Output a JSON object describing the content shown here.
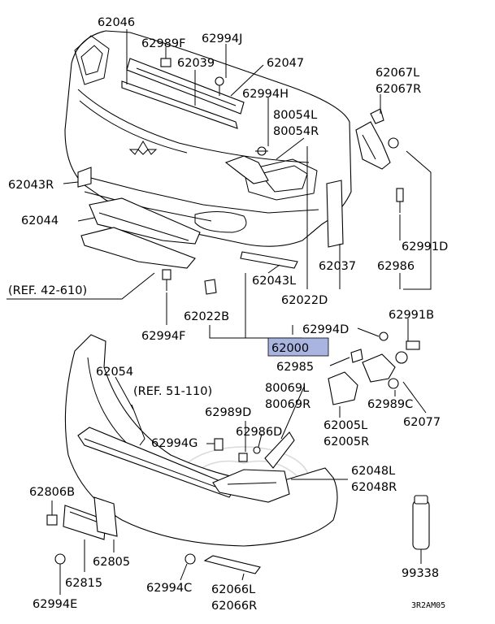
{
  "highlight_color": "#a9b5e0",
  "labels": {
    "p62046": "62046",
    "p62989F": "62989F",
    "p62994J": "62994J",
    "p62039": "62039",
    "p62047": "62047",
    "p62994H": "62994H",
    "p80054L": "80054L",
    "p80054R": "80054R",
    "p62067L": "62067L",
    "p62067R": "62067R",
    "p62043R": "62043R",
    "p62044": "62044",
    "ref42": "(REF. 42-610)",
    "p62043L": "62043L",
    "p62037": "62037",
    "p62986top": "62986",
    "p62991D": "62991D",
    "p62022D": "62022D",
    "p62022B": "62022B",
    "p62994F": "62994F",
    "p62991B": "62991B",
    "p62994D": "62994D",
    "p62000": "62000",
    "p62985": "62985",
    "p62054": "62054",
    "ref51": "(REF. 51-110)",
    "p80069L": "80069L",
    "p80069R": "80069R",
    "p62989C": "62989C",
    "p62989D": "62989D",
    "p62986D": "62986D",
    "p62005L": "62005L",
    "p62005R": "62005R",
    "p62077": "62077",
    "p62994G": "62994G",
    "p62048L": "62048L",
    "p62048R": "62048R",
    "p62806B": "62806B",
    "p62805": "62805",
    "p62815": "62815",
    "p62994C": "62994C",
    "p62066L": "62066L",
    "p62066R": "62066R",
    "p99338": "99338",
    "p62994E": "62994E",
    "code": "3R2AM05"
  }
}
